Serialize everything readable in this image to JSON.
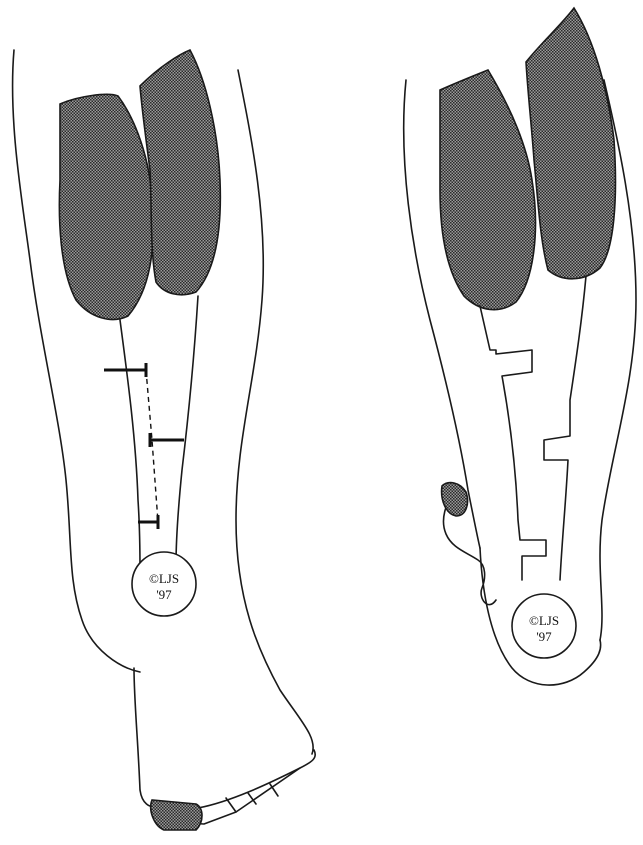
{
  "left_figure": {
    "copyright_line1": "©LJS",
    "copyright_line2": "'97"
  },
  "right_figure": {
    "copyright_line1": "©LJS",
    "copyright_line2": "'97"
  }
}
